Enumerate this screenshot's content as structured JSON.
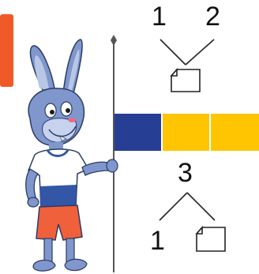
{
  "top_decomposition": {
    "whole": "unknown",
    "part_left": "1",
    "part_right": "2"
  },
  "bar_model": {
    "segments": [
      {
        "value": 1,
        "color": "#263f94"
      },
      {
        "value": 1,
        "color": "#ffc500"
      },
      {
        "value": 1,
        "color": "#ffc500"
      }
    ]
  },
  "bottom_decomposition": {
    "whole": "3",
    "part_left": "1",
    "part_right": "unknown"
  },
  "colors": {
    "tab": "#f05a28",
    "bar_blue": "#263f94",
    "bar_yellow": "#ffc500",
    "rabbit_fur": "#7f97cc",
    "shirt": "#ffffff",
    "shirt_blue": "#3456a6",
    "shorts": "#f0603a"
  },
  "icons": {
    "unknown_box": "blank-card-icon",
    "character": "rabbit-illustration"
  }
}
